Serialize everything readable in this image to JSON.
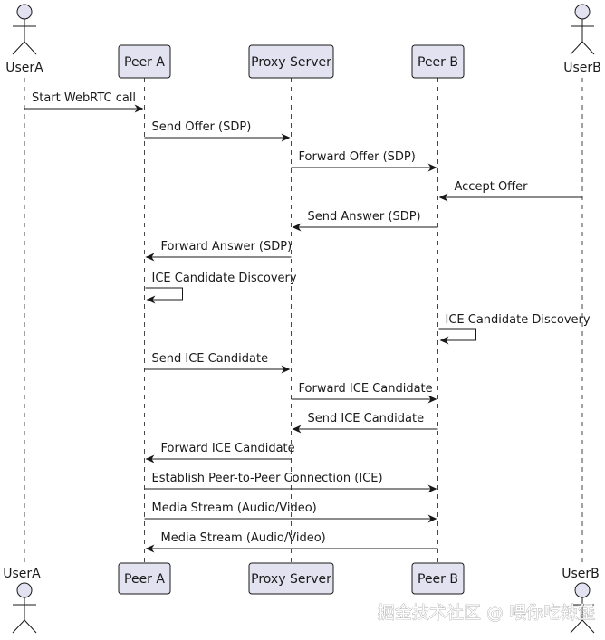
{
  "participants": {
    "user_a": {
      "label": "UserA",
      "kind": "actor"
    },
    "peer_a": {
      "label": "Peer A",
      "kind": "participant"
    },
    "proxy": {
      "label": "Proxy Server",
      "kind": "participant"
    },
    "peer_b": {
      "label": "Peer B",
      "kind": "participant"
    },
    "user_b": {
      "label": "UserB",
      "kind": "actor"
    }
  },
  "messages": [
    {
      "from": "user_a",
      "to": "peer_a",
      "text": "Start WebRTC call"
    },
    {
      "from": "peer_a",
      "to": "proxy",
      "text": "Send Offer (SDP)"
    },
    {
      "from": "proxy",
      "to": "peer_b",
      "text": "Forward Offer (SDP)"
    },
    {
      "from": "user_b",
      "to": "peer_b",
      "text": "Accept Offer"
    },
    {
      "from": "peer_b",
      "to": "proxy",
      "text": "Send Answer (SDP)"
    },
    {
      "from": "proxy",
      "to": "peer_a",
      "text": "Forward Answer (SDP)"
    },
    {
      "from": "peer_a",
      "to": "peer_a",
      "text": "ICE Candidate Discovery"
    },
    {
      "from": "peer_b",
      "to": "peer_b",
      "text": "ICE Candidate Discovery"
    },
    {
      "from": "peer_a",
      "to": "proxy",
      "text": "Send ICE Candidate"
    },
    {
      "from": "proxy",
      "to": "peer_b",
      "text": "Forward ICE Candidate"
    },
    {
      "from": "peer_b",
      "to": "proxy",
      "text": "Send ICE Candidate"
    },
    {
      "from": "proxy",
      "to": "peer_a",
      "text": "Forward ICE Candidate"
    },
    {
      "from": "peer_a",
      "to": "peer_b",
      "text": "Establish Peer-to-Peer Connection (ICE)"
    },
    {
      "from": "peer_a",
      "to": "peer_b",
      "text": "Media Stream (Audio/Video)"
    },
    {
      "from": "peer_b",
      "to": "peer_a",
      "text": "Media Stream (Audio/Video)"
    }
  ],
  "colors": {
    "box_fill": "#e2e2f0",
    "box_stroke": "#181818",
    "line": "#181818",
    "lifeline": "#181818"
  },
  "watermark": "掘金技术社区 @ 喂你吃辣堡"
}
